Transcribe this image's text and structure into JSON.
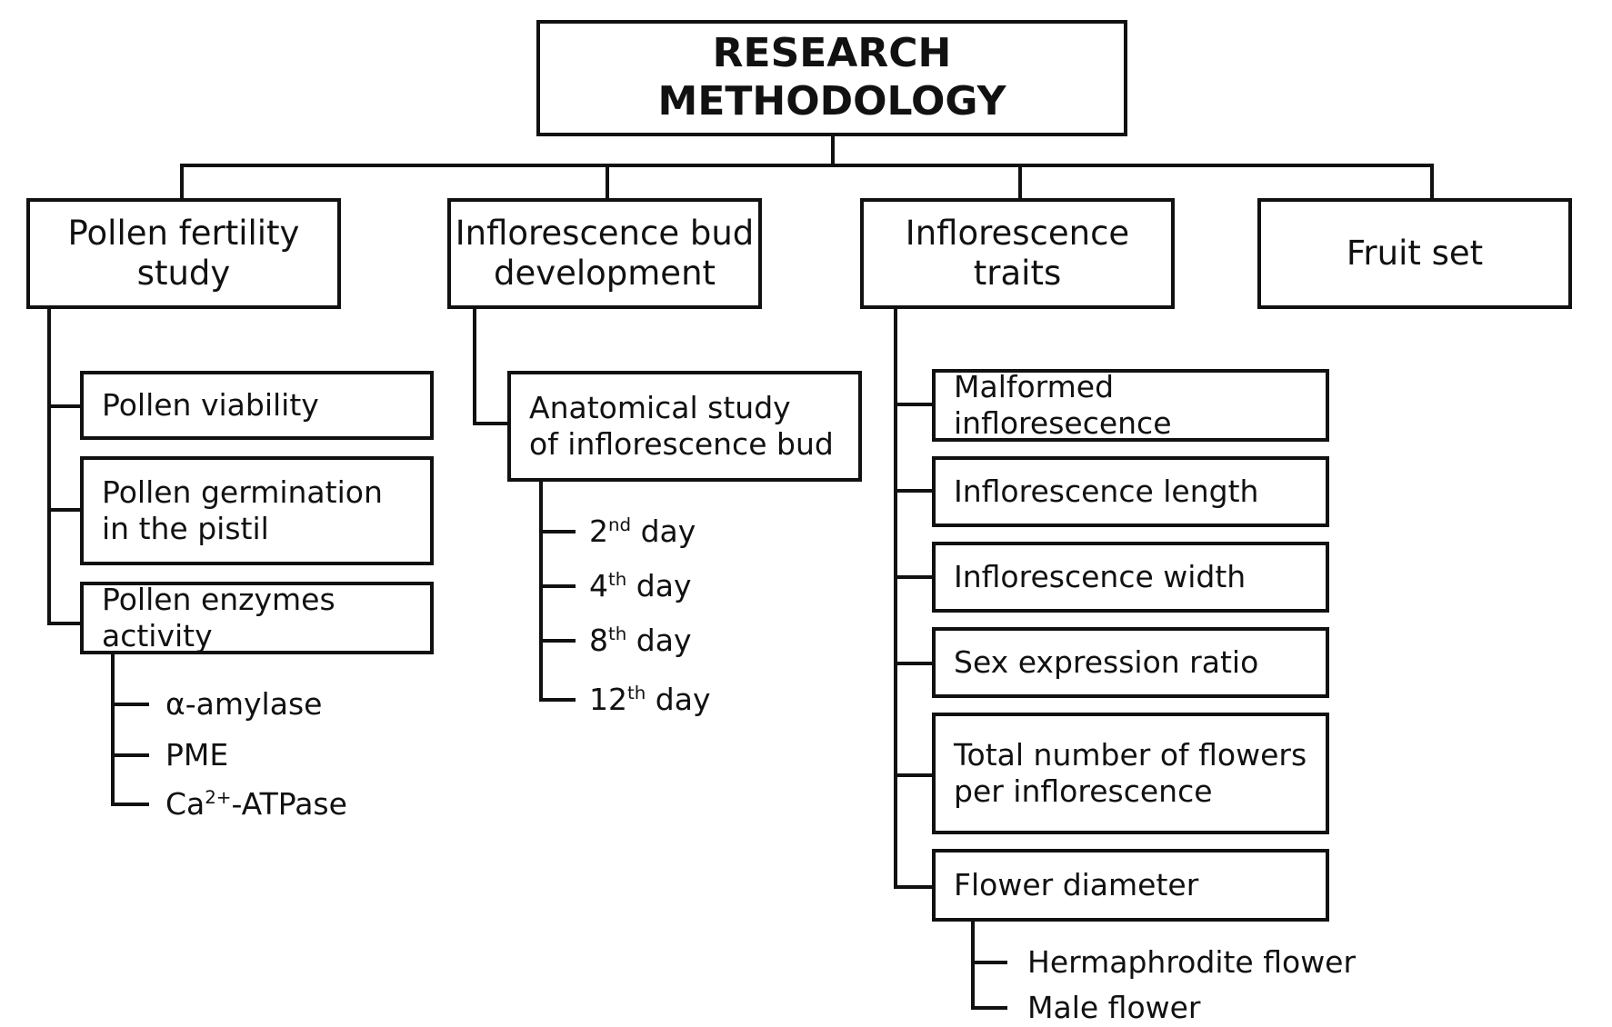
{
  "title": "RESEARCH METHODOLOGY",
  "categories": [
    {
      "label": "Pollen fertility\nstudy",
      "children": [
        "Pollen viability",
        "Pollen germination\nin the pistil",
        "Pollen enzymes activity"
      ],
      "enzymes": [
        {
          "base": "α-amylase"
        },
        {
          "base": "PME"
        },
        {
          "base": "Ca",
          "sup": "2+",
          "suffix": "-ATPase"
        }
      ]
    },
    {
      "label": "Inflorescence bud\ndevelopment",
      "children": [
        "Anatomical study\nof inflorescence bud"
      ],
      "days": [
        {
          "num": "2",
          "sup": "nd",
          "suffix": " day"
        },
        {
          "num": "4",
          "sup": "th",
          "suffix": " day"
        },
        {
          "num": "8",
          "sup": "th",
          "suffix": " day"
        },
        {
          "num": "12",
          "sup": "th",
          "suffix": " day"
        }
      ]
    },
    {
      "label": "Inflorescence traits",
      "children": [
        "Malformed infloresecence",
        "Inflorescence length",
        "Inflorescence width",
        "Sex expression ratio",
        "Total number of flowers\nper inflorescence",
        "Flower diameter"
      ],
      "flower_types": [
        "Hermaphrodite flower",
        "Male flower"
      ]
    },
    {
      "label": "Fruit set"
    }
  ]
}
